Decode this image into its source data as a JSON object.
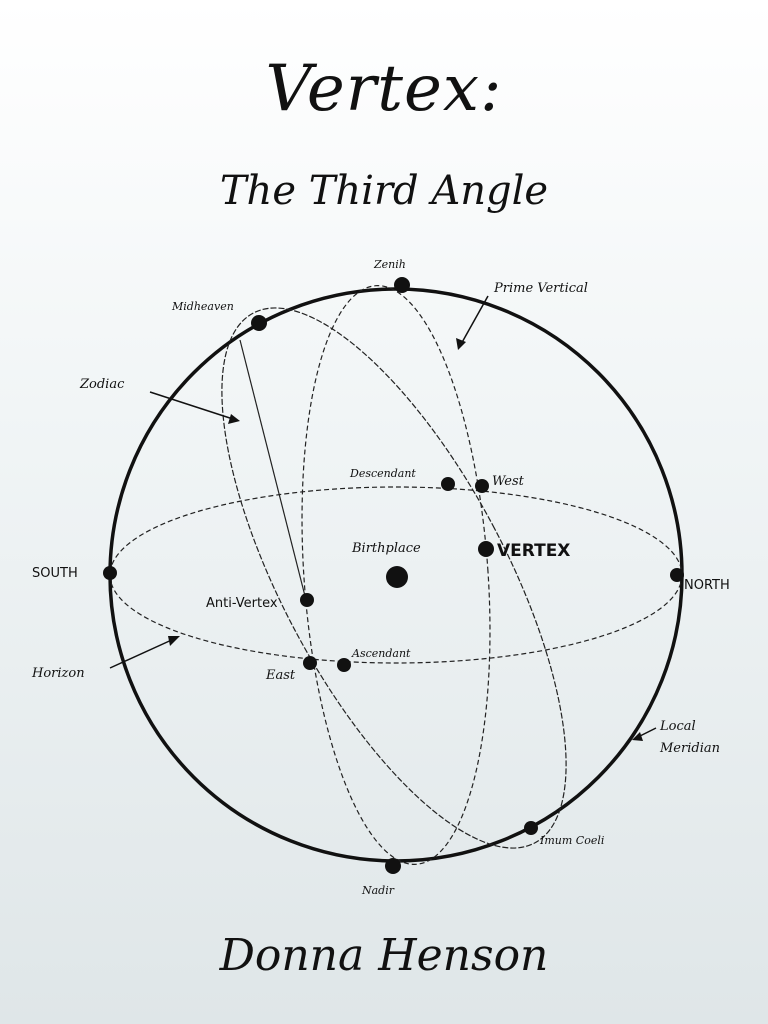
{
  "cover": {
    "title": "Vertex:",
    "subtitle": "The Third Angle",
    "author": "Donna Henson"
  },
  "diagram": {
    "labels": {
      "zenith": "Zenih",
      "prime_vertical": "Prime Vertical",
      "midheaven": "Midheaven",
      "zodiac": "Zodiac",
      "descendant": "Descendant",
      "west": "West",
      "birthplace": "Birthplace",
      "vertex": "VERTEX",
      "south": "SOUTH",
      "north": "NORTH",
      "anti_vertex": "Anti-Vertex",
      "ascendant": "Ascendant",
      "east": "East",
      "horizon": "Horizon",
      "local_meridian_1": "Local",
      "local_meridian_2": "Meridian",
      "imum_coeli": "Imum Coeli",
      "nadir": "Nadir"
    }
  }
}
